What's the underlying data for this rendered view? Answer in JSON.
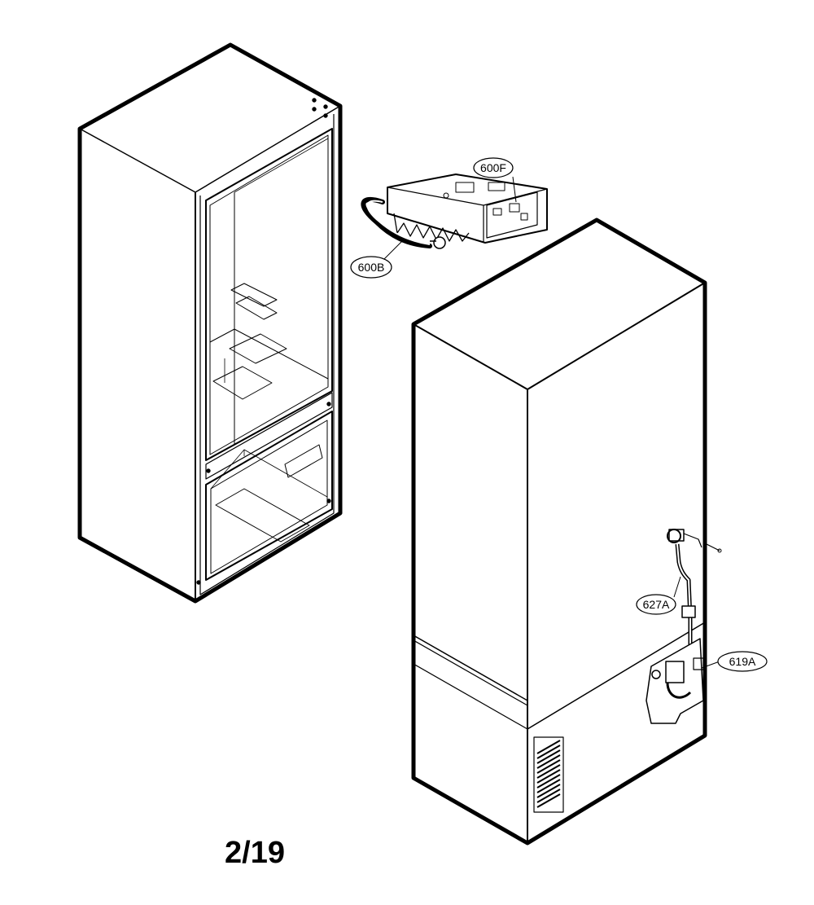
{
  "page_number": "2/19",
  "callouts": [
    {
      "id": "600F",
      "label": "600F"
    },
    {
      "id": "600B",
      "label": "600B"
    },
    {
      "id": "627A",
      "label": "627A"
    },
    {
      "id": "619A",
      "label": "619A"
    }
  ]
}
